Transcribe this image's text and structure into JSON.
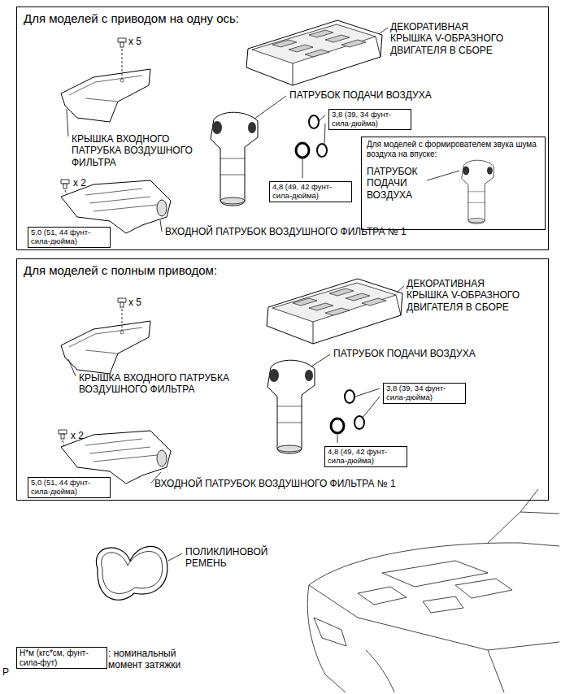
{
  "diagram": {
    "nodes": [
      {
        "text": [
          "Для моделей с приводом на одну ось:"
        ]
      },
      {
        "text": [
          "3,8 (39, 34 фунт-сила-дюйма)"
        ],
        "in": 0
      },
      {
        "text": [
          "4,8 (49, 42 фунт-сила-дюйма)"
        ],
        "in": 0
      },
      {
        "text": [
          "Для моделей с формирователем звука шума воздуха на впуске:",
          "ПАТРУБОК ПОДАЧИ ВОЗДУХА"
        ],
        "in": 0
      },
      {
        "text": [
          "5,0 (51, 44 фунт-сила-дюйма)"
        ],
        "in": 0
      },
      {
        "text": [
          "Для моделей с полным приводом:"
        ]
      },
      {
        "text": [
          "3,8 (39, 34 фунт-сила-дюйма)"
        ],
        "in": 5
      },
      {
        "text": [
          "4,8 (49, 42 фунт-сила-дюйма)"
        ],
        "in": 5
      },
      {
        "text": [
          "5,0 (51, 44 фунт-сила-дюйма)"
        ],
        "in": 5
      },
      {
        "text": [
          "Н*м (кгс*см, фунт-сила-фут)"
        ]
      }
    ],
    "labels": [
      "ДЕКОРАТИВНАЯ КРЫШКА V-ОБРАЗНОГО ДВИГАТЕЛЯ В СБОРЕ",
      "x 5",
      "ПАТРУБОК ПОДАЧИ ВОЗДУХА",
      "КРЫШКА ВХОДНОГО ПАТРУБКА ВОЗДУШНОГО ФИЛЬТРА",
      "x 2",
      "ВХОДНОЙ ПАТРУБОК ВОЗДУШНОГО ФИЛЬТРА № 1",
      "ДЕКОРАТИВНАЯ КРЫШКА V-ОБРАЗНОГО ДВИГАТЕЛЯ В СБОРЕ",
      "x 5",
      "ПАТРУБОК ПОДАЧИ ВОЗДУХА",
      "КРЫШКА ВХОДНОГО ПАТРУБКА ВОЗДУШНОГО ФИЛЬТРА",
      "x 2",
      "ВХОДНОЙ ПАТРУБОК ВОЗДУШНОГО ФИЛЬТРА № 1",
      "ПОЛИКЛИНОВОЙ РЕМЕНЬ",
      ": номинальный момент затяжки",
      "P"
    ]
  }
}
